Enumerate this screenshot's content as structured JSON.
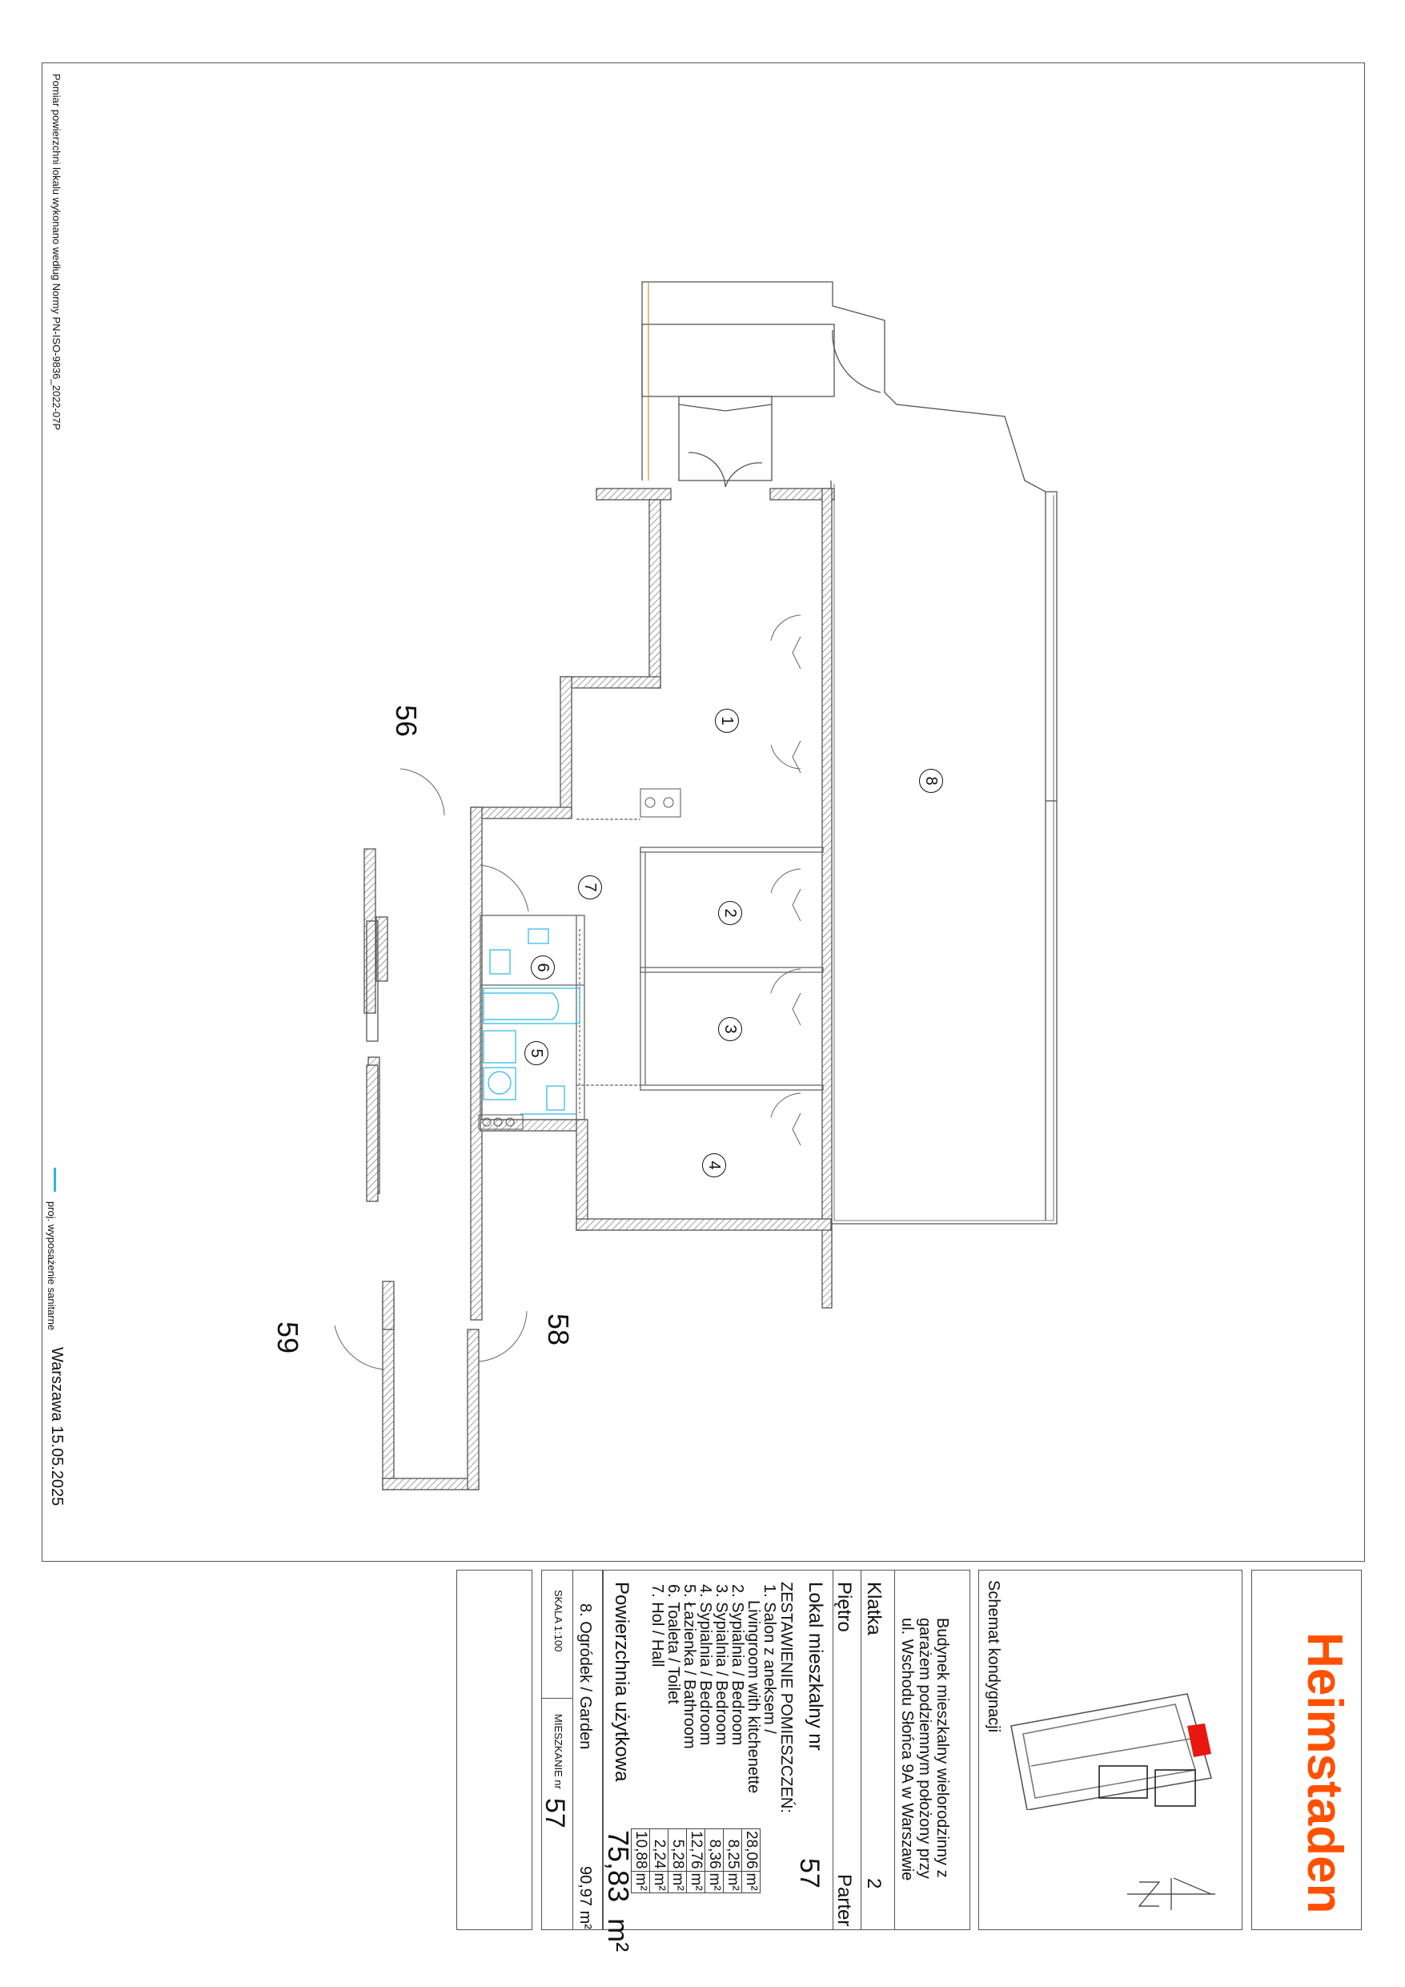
{
  "sheet": {
    "measurement_note": "Pomiar powierzchni lokalu wykonano   według Normy  PN-ISO-9836_2022-07P",
    "legend": {
      "label": "proj. wyposażenie sanitarne",
      "color": "#29b6e8"
    },
    "place_date": "Warszawa 15.05.2025"
  },
  "plan": {
    "room_markers": [
      "1",
      "2",
      "3",
      "4",
      "5",
      "6",
      "7",
      "8"
    ],
    "neighbor_units": [
      "56",
      "58",
      "59"
    ],
    "colors": {
      "wall": "#555555",
      "sanitary": "#29b6e8",
      "highlight": "#e8170f"
    }
  },
  "title_block": {
    "brand": {
      "name": "Heimstaden",
      "color": "#ff5000"
    },
    "key_plan_label": "Schemat kondygnacji",
    "building_description": [
      "Budynek mieszkalny wielorodzinny z",
      "garażem podziemnym położony przy",
      "ul. Wschodu Słońca 9A w Warszawie"
    ],
    "klatka": {
      "label": "Klatka",
      "value": "2"
    },
    "pietro": {
      "label": "Piętro",
      "value": "Parter"
    },
    "lokal": {
      "label": "Lokal mieszkalny nr",
      "value": "57"
    },
    "rooms_header": "ZESTAWIENIE POMIESZCZEŃ:",
    "rooms": [
      {
        "no": "1.",
        "name": "Salon z aneksem  /",
        "name_en": "Livingroom with kitchenette",
        "area": "28,06",
        "unit": "m²"
      },
      {
        "no": "2.",
        "name": "Sypialnia / Bedroom",
        "area": "8,25",
        "unit": "m²"
      },
      {
        "no": "3.",
        "name": "Sypialnia / Bedroom",
        "area": "8,36",
        "unit": "m²"
      },
      {
        "no": "4.",
        "name": "Sypialnia / Bedroom",
        "area": "12,76",
        "unit": "m²"
      },
      {
        "no": "5.",
        "name": "Łazienka / Bathroom",
        "area": "5,28",
        "unit": "m²"
      },
      {
        "no": "6.",
        "name": "Toaleta / Toilet",
        "area": "2,24",
        "unit": "m²"
      },
      {
        "no": "7.",
        "name": "Hol / Hall",
        "area": "10,88",
        "unit": "m²"
      }
    ],
    "usable_area": {
      "label": "Powierzchnia użytkowa",
      "value": "75,83",
      "unit": "m²"
    },
    "garden": {
      "label": "8. Ogródek / Garden",
      "value": "90,97 m²"
    },
    "scale": "SKALA 1:100",
    "apartment": {
      "label": "MIESZKANIE nr",
      "value": "57"
    }
  }
}
